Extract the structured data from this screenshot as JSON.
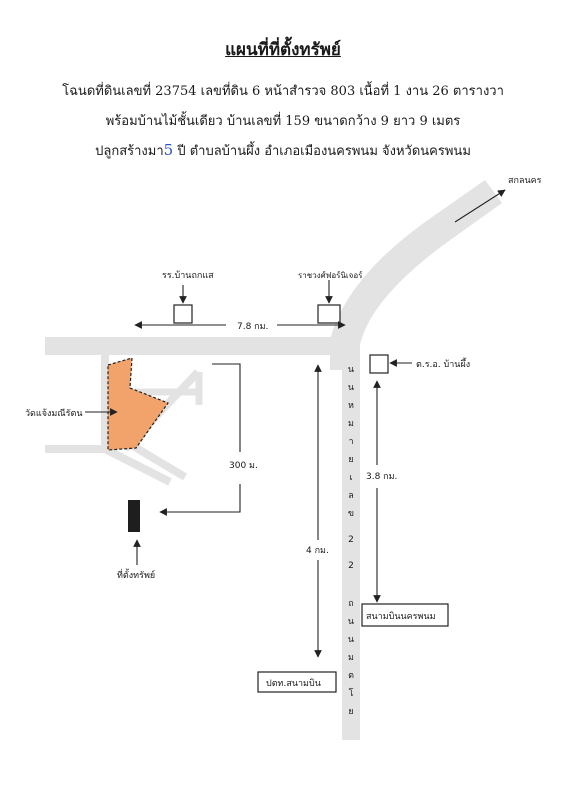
{
  "header": {
    "title": "แผนที่ที่ตั้งทรัพย์",
    "line1": "โฉนดที่ดินเลขที่ 23754  เลขที่ดิน 6  หน้าสำรวจ 803  เนื้อที่ 1 งาน 26 ตารางวา",
    "line2": "พร้อมบ้านไม้ชั้นเดียว บ้านเลขที่  159  ขนาดกว้าง 9 ยาว 9 เมตร",
    "line3_a": "ปลูกสร้างมา",
    "line3_num": "5",
    "line3_b": " ปี ตำบลบ้านผึ้ง  อำเภอเมืองนครพนม  จังหวัดนครพนม"
  },
  "map": {
    "sakon": "สกลนคร",
    "school": "รร.บ้านถกแส",
    "radio": "ราชวงศ์ฟอร์นิเจอร์",
    "dist_top": "7.8 กม.",
    "police": "ต.ร.อ. บ้านผึ้ง",
    "temple": "วัดแจ้งมณีรัตน",
    "dist_300": "300 ม.",
    "dist_38": "3.8 กม.",
    "dist_4": "4 กม.",
    "road_name_chars": [
      "น",
      "น",
      "ห",
      "ม",
      "า",
      "ย",
      "เ",
      "ล",
      "ข",
      "2",
      "2",
      "ถ",
      "น",
      "น",
      "ม",
      "ต",
      "โ",
      "ย"
    ],
    "property": "ที่ตั้งทรัพย์",
    "airport": "สนามบินนครพนม",
    "post": "ปตท.สนามบิน"
  }
}
